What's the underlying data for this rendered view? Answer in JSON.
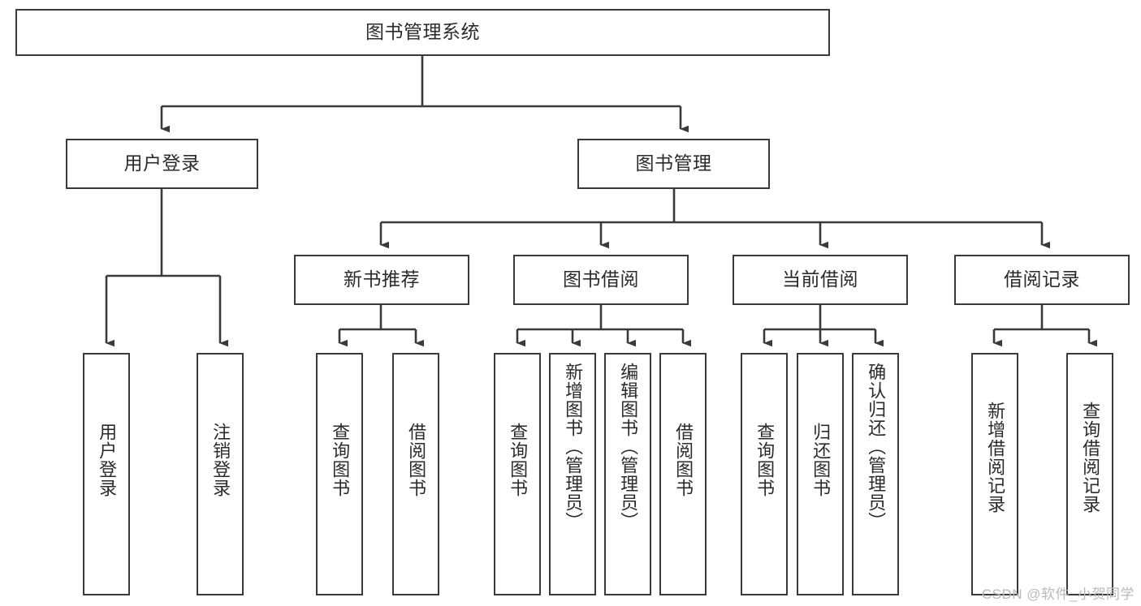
{
  "diagram": {
    "title": "图书管理系统",
    "type": "tree-hierarchy-diagram",
    "colors": {
      "box_border": "#3a3a3a",
      "box_fill": "#ffffff",
      "text": "#2b2b2b",
      "edge": "#3a3a3a",
      "watermark": "#b9b9b9"
    },
    "root": {
      "id": "root",
      "label": "图书管理系统"
    },
    "level2": [
      {
        "id": "user-login",
        "label": "用户登录"
      },
      {
        "id": "book-manage",
        "label": "图书管理"
      }
    ],
    "level3": [
      {
        "id": "new-book-recommend",
        "label": "新书推荐"
      },
      {
        "id": "book-borrow",
        "label": "图书借阅"
      },
      {
        "id": "current-borrow",
        "label": "当前借阅"
      },
      {
        "id": "borrow-record",
        "label": "借阅记录"
      }
    ],
    "leaves": {
      "user-login": [
        {
          "id": "leaf-user-login",
          "label": "用户登录"
        },
        {
          "id": "leaf-user-logout",
          "label": "注销登录"
        }
      ],
      "new-book-recommend": [
        {
          "id": "leaf-query-book-1",
          "label": "查询图书"
        },
        {
          "id": "leaf-borrow-book-1",
          "label": "借阅图书"
        }
      ],
      "book-borrow": [
        {
          "id": "leaf-query-book-2",
          "label": "查询图书"
        },
        {
          "id": "leaf-add-book",
          "label": "新增图书（管理员）"
        },
        {
          "id": "leaf-edit-book",
          "label": "编辑图书（管理员）"
        },
        {
          "id": "leaf-borrow-book-2",
          "label": "借阅图书"
        }
      ],
      "current-borrow": [
        {
          "id": "leaf-query-book-3",
          "label": "查询图书"
        },
        {
          "id": "leaf-return-book",
          "label": "归还图书"
        },
        {
          "id": "leaf-confirm-return",
          "label": "确认归还（管理员）"
        }
      ],
      "borrow-record": [
        {
          "id": "leaf-add-record",
          "label": "新增借阅记录"
        },
        {
          "id": "leaf-query-record",
          "label": "查询借阅记录"
        }
      ]
    }
  },
  "watermark": {
    "text": "CSDN @软件_小贺同学"
  }
}
